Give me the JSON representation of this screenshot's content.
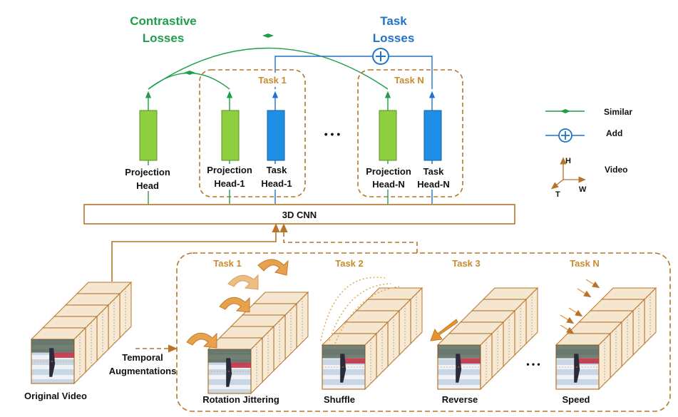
{
  "titles": {
    "contrastive_line1": "Contrastive",
    "contrastive_line2": "Losses",
    "task_line1": "Task",
    "task_line2": "Losses"
  },
  "heads": {
    "projection_head_line1": "Projection",
    "projection_head_line2": "Head",
    "task1_label": "Task 1",
    "taskN_label": "Task N",
    "proj_head1_line1": "Projection",
    "proj_head1_line2": "Head-1",
    "task_head1_line1": "Task",
    "task_head1_line2": "Head-1",
    "proj_headN_line1": "Projection",
    "proj_headN_line2": "Head-N",
    "task_headN_line1": "Task",
    "task_headN_line2": "Head-N",
    "ellipsis": "• • •"
  },
  "backbone": {
    "label": "3D CNN"
  },
  "legend": {
    "similar": "Similar",
    "add": "Add",
    "video": "Video",
    "axis_h": "H",
    "axis_t": "T",
    "axis_w": "W"
  },
  "bottom": {
    "original_video": "Original Video",
    "temporal_line1": "Temporal",
    "temporal_line2": "Augmentations",
    "task1": "Task 1",
    "task2": "Task 2",
    "task3": "Task 3",
    "taskN": "Task N",
    "rotation": "Rotation Jittering",
    "shuffle": "Shuffle",
    "reverse": "Reverse",
    "speed": "Speed",
    "ellipsis": "• • •"
  },
  "colors": {
    "green": "#1e9e4a",
    "blue": "#1f73c8",
    "orange_border": "#b8742a",
    "task_label": "#c88a2e",
    "proj_fill": "#8dcf3e",
    "task_fill": "#1f8fe6"
  }
}
